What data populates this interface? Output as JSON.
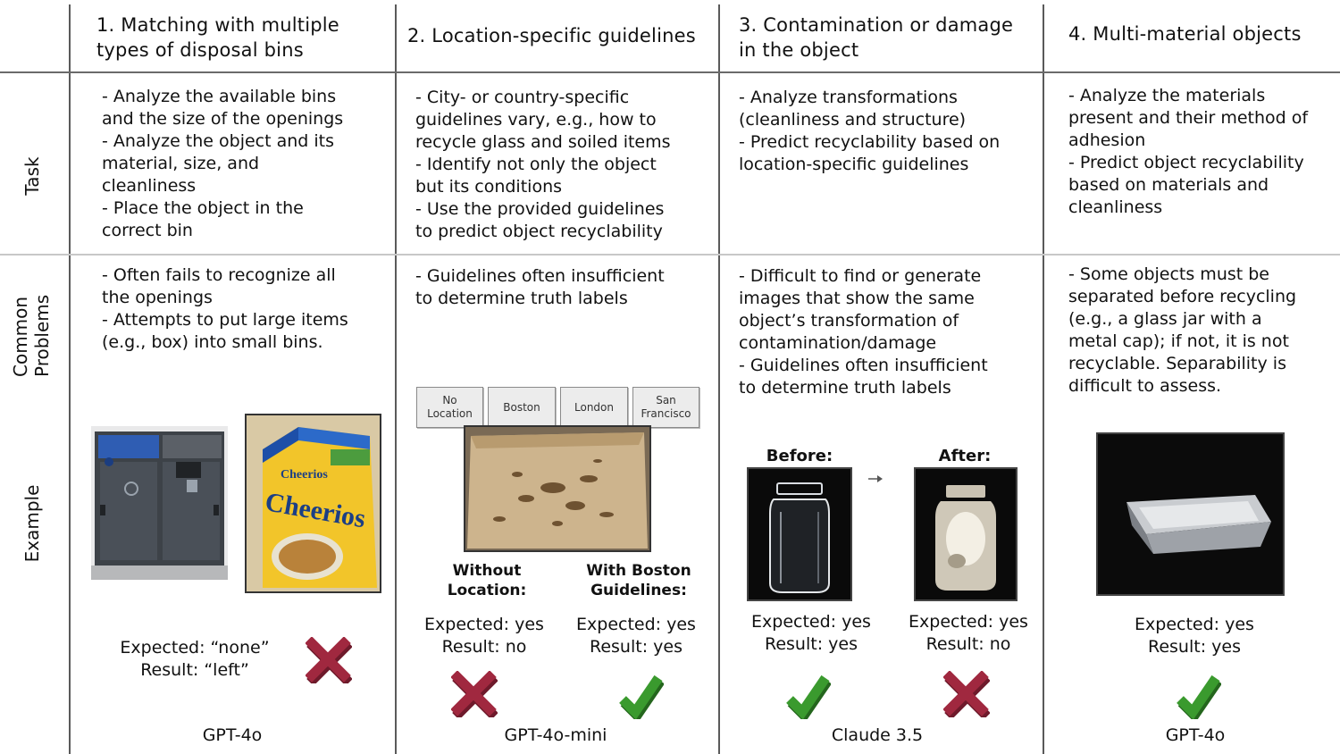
{
  "columns": [
    "1. Matching with multiple\ntypes of disposal bins",
    "2. Location-specific guidelines",
    "3. Contamination or damage\nin the object",
    "4. Multi-material objects"
  ],
  "rows": {
    "task": "Task",
    "problems": "Common\nProblems",
    "example": "Example"
  },
  "tasks": [
    "- Analyze the available bins\nand the size of the openings\n- Analyze the object and its\nmaterial, size, and\ncleanliness\n- Place the object in the\ncorrect bin",
    "- City- or country-specific\nguidelines vary, e.g., how to\nrecycle glass and soiled items\n- Identify not only the object\nbut its conditions\n- Use the provided guidelines\nto predict object recyclability",
    "- Analyze transformations\n(cleanliness and structure)\n- Predict recyclability based on\nlocation-specific guidelines",
    "- Analyze the materials\npresent and their method of\nadhesion\n- Predict object recyclability\nbased on materials and\ncleanliness"
  ],
  "problems": [
    "- Often fails to recognize all\nthe openings\n- Attempts to put large items\n(e.g., box) into small bins.",
    "- Guidelines often insufficient\nto determine truth labels",
    "- Difficult to find or generate\nimages that show the same\nobject’s transformation of\ncontamination/damage\n- Guidelines often insufficient\nto determine truth labels",
    "- Some objects must be\nseparated before recycling\n(e.g., a glass jar with a\nmetal cap); if not, it is not\nrecyclable. Separability is\ndifficult to assess."
  ],
  "location_tabs": [
    "No\nLocation",
    "Boston",
    "London",
    "San\nFrancisco"
  ],
  "bold_labels": {
    "without_location": "Without\nLocation:",
    "with_boston": "With Boston\nGuidelines:",
    "before": "Before:",
    "after": "After:"
  },
  "results": {
    "c1": "Expected: “none”\nResult: “left”",
    "c2a": "Expected: yes\nResult: no",
    "c2b": "Expected: yes\nResult: yes",
    "c3a": "Expected: yes\nResult: yes",
    "c3b": "Expected: yes\nResult: no",
    "c4": "Expected: yes\nResult: yes"
  },
  "models": [
    "GPT-4o",
    "GPT-4o-mini",
    "Claude 3.5",
    "GPT-4o"
  ],
  "colors": {
    "check": "#3a9a2e",
    "cross": "#a0283f",
    "grid": "#5a5a5a"
  }
}
